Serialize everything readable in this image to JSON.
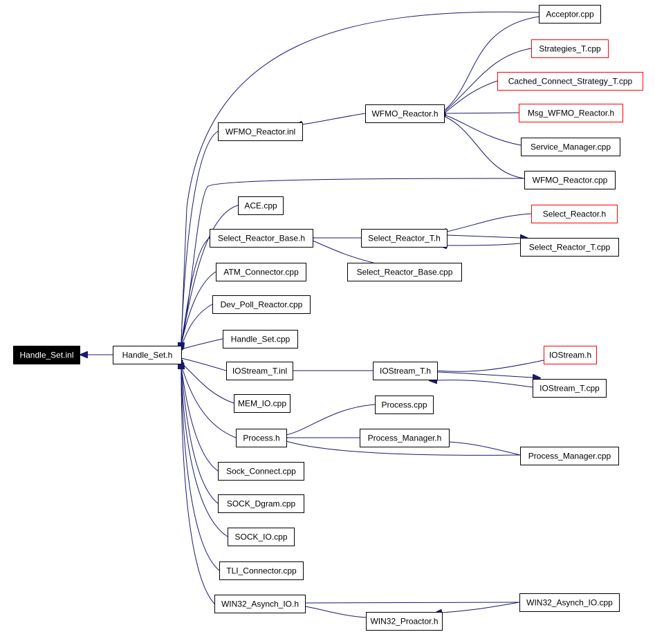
{
  "diagram": {
    "colors": {
      "edge": "#191970",
      "node_border": "#000000",
      "missing_node_border": "#ff0000",
      "root_fill": "#000000"
    },
    "nodes": {
      "handle_set_inl": {
        "label": "Handle_Set.inl",
        "style": "root"
      },
      "handle_set_h": {
        "label": "Handle_Set.h",
        "style": "normal"
      },
      "acceptor_cpp": {
        "label": "Acceptor.cpp",
        "style": "normal"
      },
      "strategies_t_cpp": {
        "label": "Strategies_T.cpp",
        "style": "red"
      },
      "cached_connect_strategy_t_cpp": {
        "label": "Cached_Connect_Strategy_T.cpp",
        "style": "red"
      },
      "msg_wfmo_reactor_h": {
        "label": "Msg_WFMO_Reactor.h",
        "style": "red"
      },
      "wfmo_reactor_h": {
        "label": "WFMO_Reactor.h",
        "style": "normal"
      },
      "wfmo_reactor_inl": {
        "label": "WFMO_Reactor.inl",
        "style": "normal"
      },
      "service_manager_cpp": {
        "label": "Service_Manager.cpp",
        "style": "normal"
      },
      "wfmo_reactor_cpp": {
        "label": "WFMO_Reactor.cpp",
        "style": "normal"
      },
      "ace_cpp": {
        "label": "ACE.cpp",
        "style": "normal"
      },
      "select_reactor_h": {
        "label": "Select_Reactor.h",
        "style": "red"
      },
      "select_reactor_base_h": {
        "label": "Select_Reactor_Base.h",
        "style": "normal"
      },
      "select_reactor_t_h": {
        "label": "Select_Reactor_T.h",
        "style": "normal"
      },
      "select_reactor_t_cpp": {
        "label": "Select_Reactor_T.cpp",
        "style": "normal"
      },
      "select_reactor_base_cpp": {
        "label": "Select_Reactor_Base.cpp",
        "style": "normal"
      },
      "atm_connector_cpp": {
        "label": "ATM_Connector.cpp",
        "style": "normal"
      },
      "dev_poll_reactor_cpp": {
        "label": "Dev_Poll_Reactor.cpp",
        "style": "normal"
      },
      "handle_set_cpp": {
        "label": "Handle_Set.cpp",
        "style": "normal"
      },
      "iostream_h": {
        "label": "IOStream.h",
        "style": "red"
      },
      "iostream_t_inl": {
        "label": "IOStream_T.inl",
        "style": "normal"
      },
      "iostream_t_h": {
        "label": "IOStream_T.h",
        "style": "normal"
      },
      "iostream_t_cpp": {
        "label": "IOStream_T.cpp",
        "style": "normal"
      },
      "mem_io_cpp": {
        "label": "MEM_IO.cpp",
        "style": "normal"
      },
      "process_cpp": {
        "label": "Process.cpp",
        "style": "normal"
      },
      "process_h": {
        "label": "Process.h",
        "style": "normal"
      },
      "process_manager_h": {
        "label": "Process_Manager.h",
        "style": "normal"
      },
      "process_manager_cpp": {
        "label": "Process_Manager.cpp",
        "style": "normal"
      },
      "sock_connect_cpp": {
        "label": "Sock_Connect.cpp",
        "style": "normal"
      },
      "sock_dgram_cpp": {
        "label": "SOCK_Dgram.cpp",
        "style": "normal"
      },
      "sock_io_cpp": {
        "label": "SOCK_IO.cpp",
        "style": "normal"
      },
      "tli_connector_cpp": {
        "label": "TLI_Connector.cpp",
        "style": "normal"
      },
      "win32_asynch_io_h": {
        "label": "WIN32_Asynch_IO.h",
        "style": "normal"
      },
      "win32_asynch_io_cpp": {
        "label": "WIN32_Asynch_IO.cpp",
        "style": "normal"
      },
      "win32_proactor_h": {
        "label": "WIN32_Proactor.h",
        "style": "normal"
      }
    },
    "edges": [
      [
        "handle_set_h",
        "handle_set_inl"
      ],
      [
        "acceptor_cpp",
        "handle_set_h"
      ],
      [
        "wfmo_reactor_inl",
        "handle_set_h"
      ],
      [
        "wfmo_reactor_cpp",
        "handle_set_h"
      ],
      [
        "ace_cpp",
        "handle_set_h"
      ],
      [
        "select_reactor_base_h",
        "handle_set_h"
      ],
      [
        "atm_connector_cpp",
        "handle_set_h"
      ],
      [
        "dev_poll_reactor_cpp",
        "handle_set_h"
      ],
      [
        "handle_set_cpp",
        "handle_set_h"
      ],
      [
        "iostream_t_inl",
        "handle_set_h"
      ],
      [
        "mem_io_cpp",
        "handle_set_h"
      ],
      [
        "process_h",
        "handle_set_h"
      ],
      [
        "sock_connect_cpp",
        "handle_set_h"
      ],
      [
        "sock_dgram_cpp",
        "handle_set_h"
      ],
      [
        "sock_io_cpp",
        "handle_set_h"
      ],
      [
        "tli_connector_cpp",
        "handle_set_h"
      ],
      [
        "win32_asynch_io_h",
        "handle_set_h"
      ],
      [
        "wfmo_reactor_h",
        "wfmo_reactor_inl"
      ],
      [
        "acceptor_cpp",
        "wfmo_reactor_h"
      ],
      [
        "strategies_t_cpp",
        "wfmo_reactor_h"
      ],
      [
        "cached_connect_strategy_t_cpp",
        "wfmo_reactor_h"
      ],
      [
        "msg_wfmo_reactor_h",
        "wfmo_reactor_h"
      ],
      [
        "service_manager_cpp",
        "wfmo_reactor_h"
      ],
      [
        "wfmo_reactor_cpp",
        "wfmo_reactor_h"
      ],
      [
        "select_reactor_t_h",
        "select_reactor_base_h"
      ],
      [
        "select_reactor_base_cpp",
        "select_reactor_base_h"
      ],
      [
        "select_reactor_h",
        "select_reactor_t_h"
      ],
      [
        "select_reactor_t_cpp",
        "select_reactor_t_h"
      ],
      [
        "select_reactor_t_h",
        "select_reactor_t_cpp"
      ],
      [
        "iostream_t_h",
        "iostream_t_inl"
      ],
      [
        "iostream_h",
        "iostream_t_h"
      ],
      [
        "iostream_t_cpp",
        "iostream_t_h"
      ],
      [
        "iostream_t_h",
        "iostream_t_cpp"
      ],
      [
        "process_cpp",
        "process_h"
      ],
      [
        "process_manager_h",
        "process_h"
      ],
      [
        "process_manager_cpp",
        "process_h"
      ],
      [
        "process_manager_cpp",
        "process_manager_h"
      ],
      [
        "win32_asynch_io_cpp",
        "win32_asynch_io_h"
      ],
      [
        "win32_proactor_h",
        "win32_asynch_io_h"
      ],
      [
        "win32_asynch_io_cpp",
        "win32_proactor_h"
      ]
    ]
  }
}
